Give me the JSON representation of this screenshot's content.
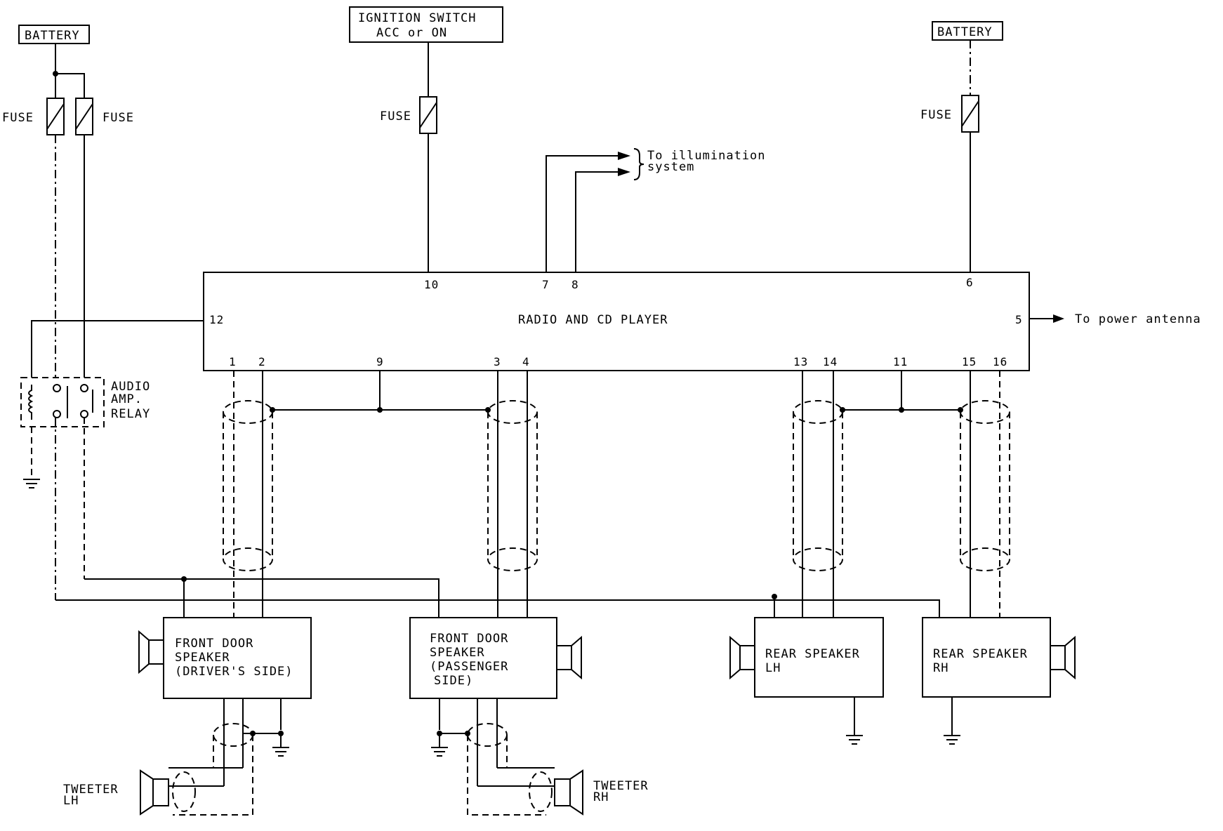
{
  "labels": {
    "battery_left": "BATTERY",
    "battery_right": "BATTERY",
    "ignition_line1": "IGNITION SWITCH",
    "ignition_line2": "ACC or ON",
    "fuse": "FUSE",
    "illumination_line1": "To illumination",
    "illumination_line2": "system",
    "radio": "RADIO AND CD PLAYER",
    "power_antenna": "To power antenna",
    "relay_line1": "AUDIO",
    "relay_line2": "AMP.",
    "relay_line3": "RELAY",
    "fd_driver_line1": "FRONT DOOR",
    "fd_driver_line2": "SPEAKER",
    "fd_driver_line3": "(DRIVER'S SIDE)",
    "fd_pass_line1": "FRONT DOOR",
    "fd_pass_line2": "SPEAKER",
    "fd_pass_line3": "(PASSENGER",
    "fd_pass_line4": "SIDE)",
    "rear_lh_line1": "REAR SPEAKER",
    "rear_lh_line2": "LH",
    "rear_rh_line1": "REAR SPEAKER",
    "rear_rh_line2": "RH",
    "tweeter_lh_line1": "TWEETER",
    "tweeter_lh_line2": "LH",
    "tweeter_rh_line1": "TWEETER",
    "tweeter_rh_line2": "RH"
  },
  "terminals": {
    "t10": "10",
    "t7": "7",
    "t8": "8",
    "t6": "6",
    "t12": "12",
    "t5": "5",
    "t1": "1",
    "t2": "2",
    "t9": "9",
    "t3": "3",
    "t4": "4",
    "t13": "13",
    "t14": "14",
    "t11": "11",
    "t15": "15",
    "t16": "16"
  }
}
